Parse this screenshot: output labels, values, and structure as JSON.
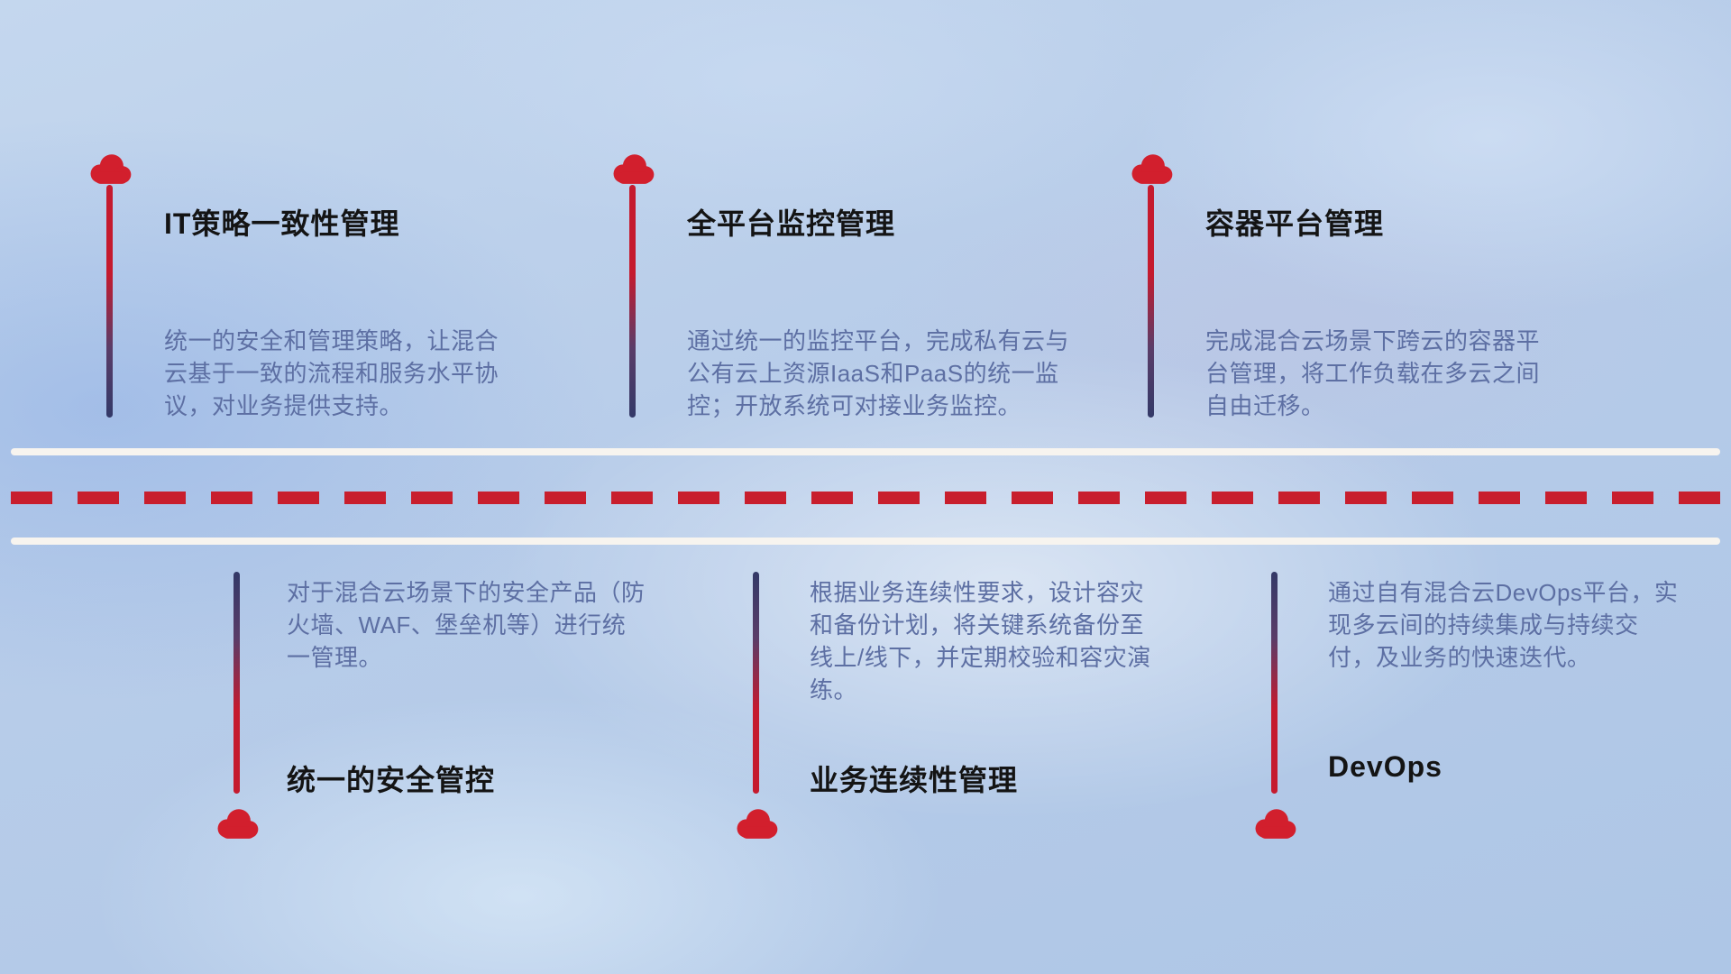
{
  "diagram": {
    "type": "timeline-road",
    "orientation": "horizontal"
  },
  "colors": {
    "cloud-red": "#d21f2d",
    "dash-red": "#c81e2d",
    "pole-red": "#c51a2e",
    "pole-navy": "#333968",
    "road-white": "#f7f4ef",
    "title-color": "#141414",
    "desc-color": "#5d6fa3"
  },
  "top_items": [
    {
      "title": "IT策略一致性管理",
      "description": "统一的安全和管理策略，让混合云基于一致的流程和服务水平协议，对业务提供支持。"
    },
    {
      "title": "全平台监控管理",
      "description": "通过统一的监控平台，完成私有云与公有云上资源IaaS和PaaS的统一监控；开放系统可对接业务监控。"
    },
    {
      "title": "容器平台管理",
      "description": "完成混合云场景下跨云的容器平台管理，将工作负载在多云之间自由迁移。"
    }
  ],
  "bottom_items": [
    {
      "title": "统一的安全管控",
      "description": "对于混合云场景下的安全产品（防火墙、WAF、堡垒机等）进行统一管理。"
    },
    {
      "title": "业务连续性管理",
      "description": "根据业务连续性要求，设计容灾和备份计划，将关键系统备份至线上/线下，并定期校验和容灾演练。"
    },
    {
      "title": "DevOps",
      "description": "通过自有混合云DevOps平台，实现多云间的持续集成与持续交付，及业务的快速迭代。"
    }
  ]
}
